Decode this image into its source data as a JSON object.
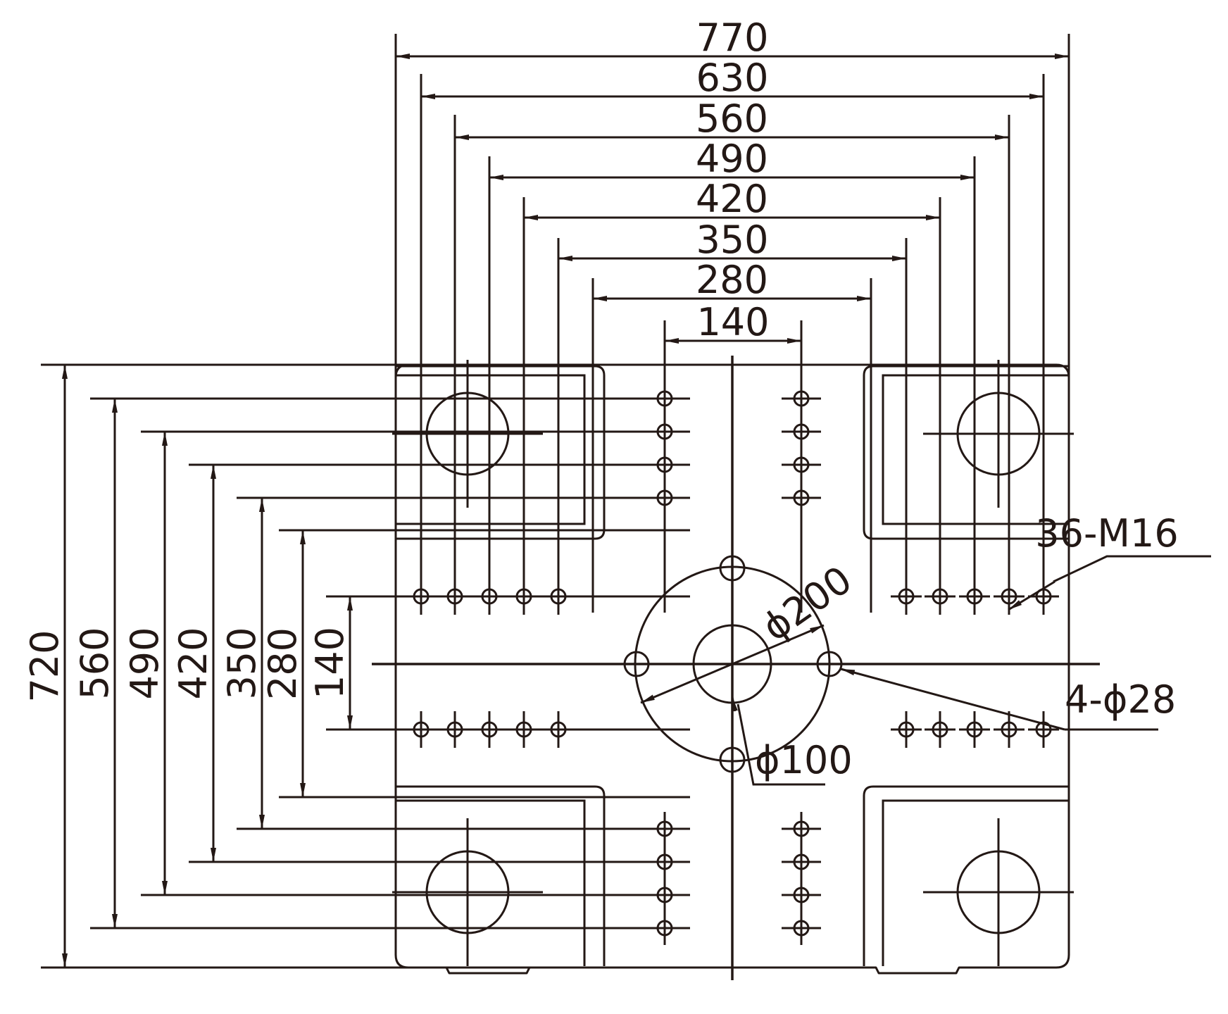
{
  "drawing": {
    "line_color": "#231815",
    "background": "#ffffff",
    "horizontal_dimensions": [
      "770",
      "630",
      "560",
      "490",
      "420",
      "350",
      "280",
      "140"
    ],
    "vertical_dimensions": [
      "720",
      "560",
      "490",
      "420",
      "350",
      "280",
      "140"
    ],
    "callouts": {
      "tapped_holes": "36-M16",
      "bolt_holes": "4-ϕ28",
      "bolt_circle": "ϕ200",
      "center_bore": "ϕ100"
    }
  }
}
